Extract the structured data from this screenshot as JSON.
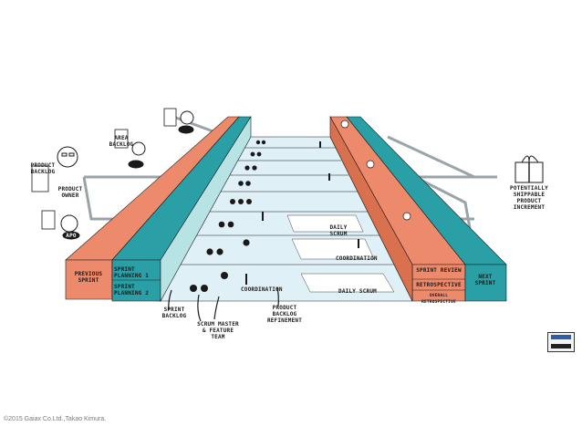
{
  "labels": {
    "product_backlog": "PRODUCT BACKLOG",
    "product_owner": "PRODUCT OWNER",
    "apo": "APO",
    "area_backlog": "AREA BACKLOG",
    "previous_sprint": "PREVIOUS SPRINT",
    "sprint_planning_1": "SPRINT PLANNING 1",
    "sprint_planning_2": "SPRINT PLANNING 2",
    "sprint_backlog": "SPRINT BACKLOG",
    "scrum_master_team": "SCRUM MASTER & FEATURE TEAM",
    "backlog_refinement": "PRODUCT BACKLOG REFINEMENT",
    "coordination": "COORDINATION",
    "daily_scrum": "DAILY SCRUM",
    "sprint_review": "SPRINT REVIEW",
    "retrospective": "RETROSPECTIVE",
    "overall_retrospective": "OVERALL RETROSPECTIVE",
    "next_sprint": "NEXT SPRINT",
    "potentially_shippable": "POTENTIALLY SHIPPABLE PRODUCT INCREMENT"
  },
  "footer": {
    "copyright": "©2015 Gaiax Co.Ltd.,Takao Kimura."
  },
  "colors": {
    "salmon": "#ee8a6c",
    "teal": "#2a9fa6",
    "lane": "#dff0f7",
    "ink": "#1a1a1a"
  }
}
